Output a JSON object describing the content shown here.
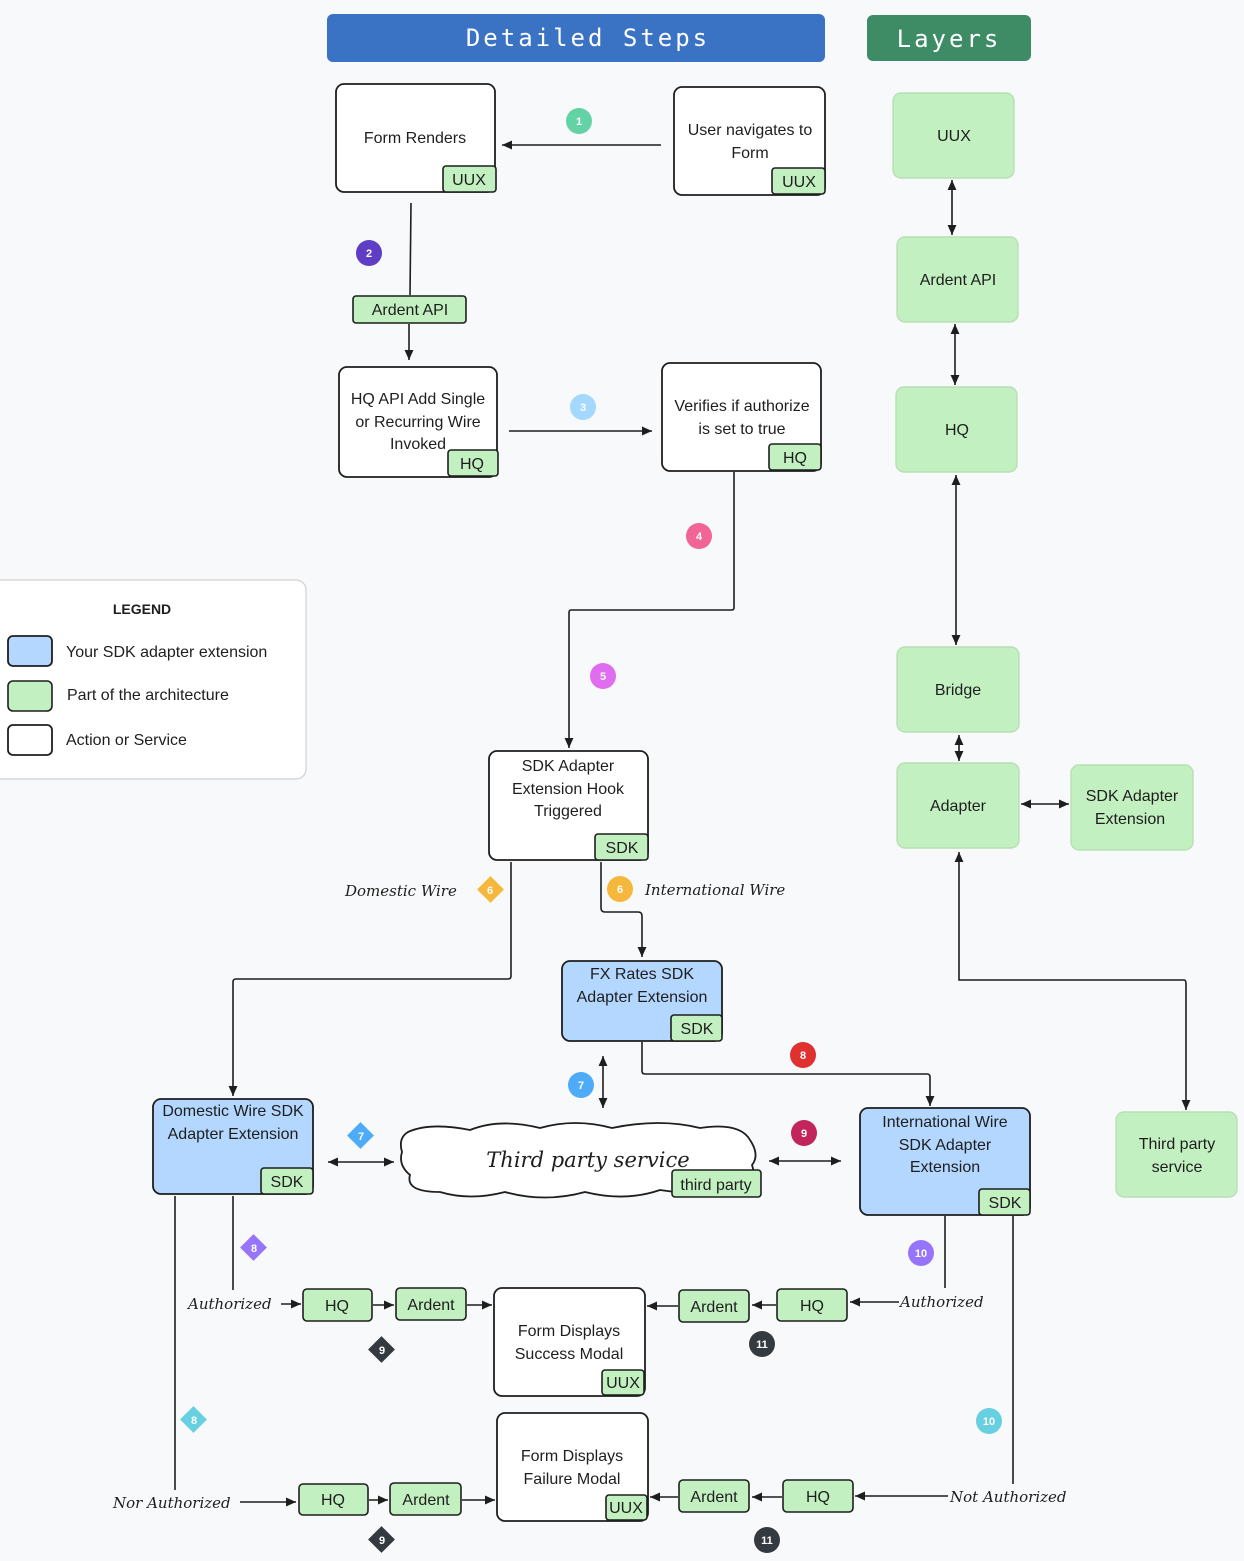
{
  "headers": {
    "steps": "Detailed Steps",
    "layers": "Layers"
  },
  "layers": [
    "UUX",
    "Ardent API",
    "HQ",
    "Bridge",
    "Adapter",
    "SDK Adapter Extension",
    "Third party service"
  ],
  "legend": {
    "title": "LEGEND",
    "items": [
      "Your SDK adapter extension",
      "Part of the architecture",
      "Action or Service"
    ]
  },
  "nodes": {
    "form_renders": "Form Renders",
    "user_navigates": "User navigates to Form",
    "hq_api_add": "HQ API Add Single or Recurring Wire Invoked",
    "verifies": "Verifies if authorize is set to true",
    "sdk_hook": "SDK Adapter Extension Hook Triggered",
    "fx_rates": "FX Rates SDK Adapter Extension",
    "domestic_ext": "Domestic Wire SDK Adapter Extension",
    "international_ext": "International Wire SDK Adapter Extension",
    "third_party": "Third party service",
    "success_modal": "Form Displays Success Modal",
    "failure_modal": "Form Displays Failure Modal"
  },
  "tags": {
    "uux": "UUX",
    "hq": "HQ",
    "sdk": "SDK",
    "ardent_api": "Ardent API",
    "ardent": "Ardent",
    "third_party": "third party"
  },
  "edge_labels": {
    "domestic_wire": "Domestic Wire",
    "international_wire": "International Wire",
    "authorized": "Authorized",
    "nor_authorized": "Nor Authorized",
    "not_authorized": "Not Authorized"
  },
  "badges": [
    {
      "n": "1",
      "color": "#63d3a6"
    },
    {
      "n": "2",
      "color": "#5f3dc4"
    },
    {
      "n": "3",
      "color": "#a5d8ff"
    },
    {
      "n": "4",
      "color": "#f06595"
    },
    {
      "n": "5",
      "color": "#e06cf0"
    },
    {
      "n": "6",
      "color": "#f5b83d"
    },
    {
      "n": "7",
      "color": "#4dabf7"
    },
    {
      "n": "8",
      "color": "#e03131"
    },
    {
      "n": "9",
      "color": "#c2255c"
    },
    {
      "n": "10",
      "color": "#9775fa"
    },
    {
      "n": "11",
      "color": "#343a40"
    },
    {
      "n": "8",
      "color": "#66cfe0"
    },
    {
      "n": "9",
      "color": "#343a40"
    },
    {
      "n": "10",
      "color": "#66cfe0"
    },
    {
      "n": "8",
      "color": "#9775fa"
    },
    {
      "n": "6",
      "color": "#f5b83d"
    },
    {
      "n": "7",
      "color": "#4dabf7"
    }
  ],
  "colors": {
    "steps_header": "#3a72c4",
    "layers_header": "#3d8c66",
    "green": "#c3f0c0",
    "blue": "#b3d7ff"
  }
}
